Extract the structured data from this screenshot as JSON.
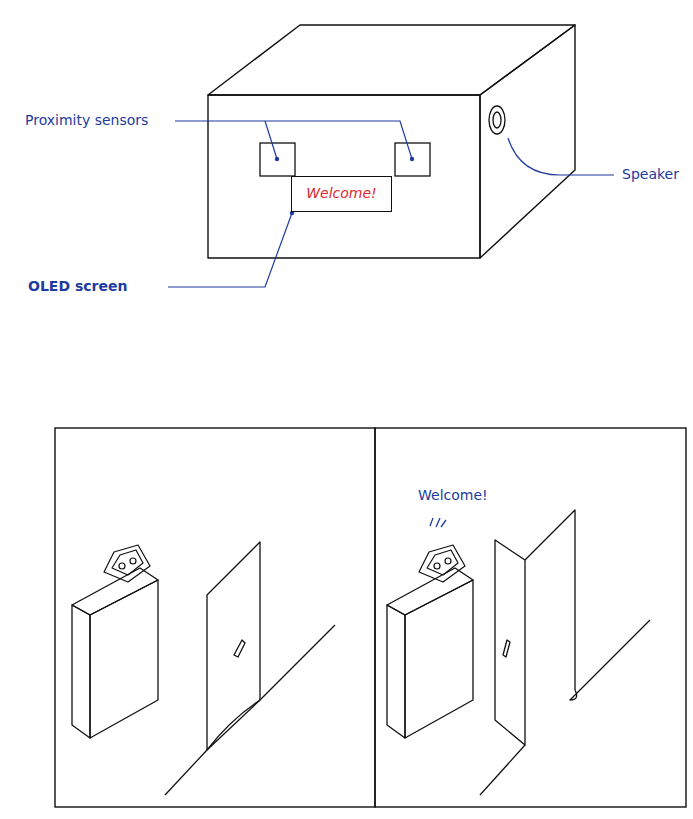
{
  "diagram": {
    "nodes": [
      {
        "text": [
          "Welcome!"
        ]
      }
    ],
    "labels": [
      "Proximity sensors",
      "OLED screen",
      "Speaker",
      "Welcome!"
    ]
  }
}
